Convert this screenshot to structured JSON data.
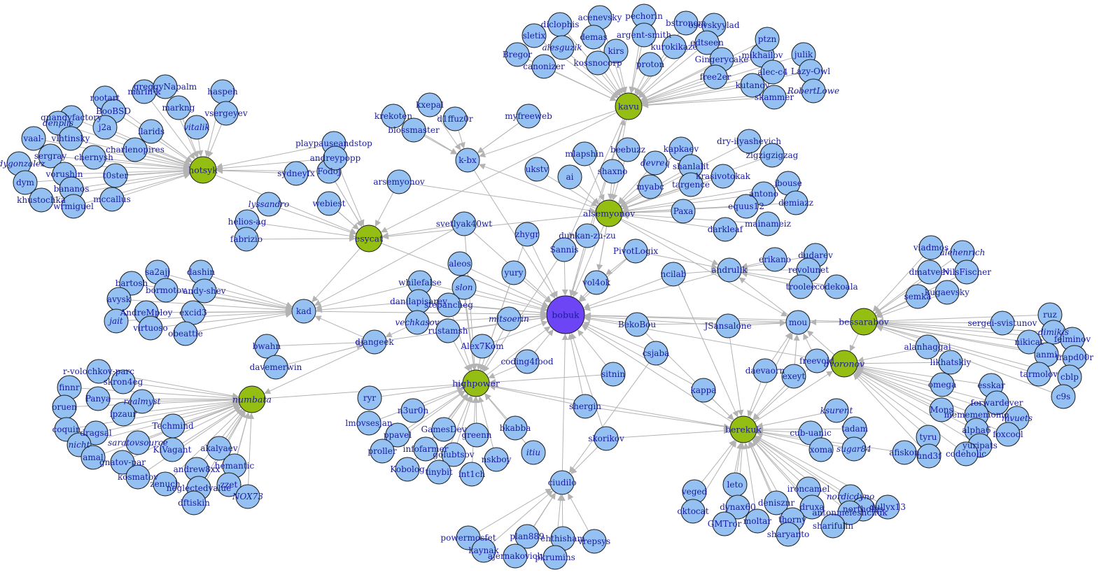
{
  "colors": {
    "leaf": "#94c1f2",
    "hub": "#95be13",
    "center": "#6d45f5",
    "edge": "#b3b3b3",
    "label": "#1a1aa0"
  },
  "hubs": [
    {
      "id": "bobuk",
      "label": "bobuk",
      "type": "center"
    },
    {
      "id": "kavu",
      "label": "kavu",
      "type": "hub"
    },
    {
      "id": "hotsyk",
      "label": "hotsyk",
      "type": "hub"
    },
    {
      "id": "esycat",
      "label": "esycat",
      "type": "hub"
    },
    {
      "id": "alsemyonov",
      "label": "alsemyonov",
      "type": "hub"
    },
    {
      "id": "numbata",
      "label": "numbata",
      "type": "hub",
      "italic": true
    },
    {
      "id": "highpower",
      "label": "highpower",
      "type": "hub"
    },
    {
      "id": "bessarabov",
      "label": "bessarabov",
      "type": "hub"
    },
    {
      "id": "avoronov",
      "label": "avoronov",
      "type": "hub",
      "italic": true
    },
    {
      "id": "berekuk",
      "label": "berekuk",
      "type": "hub"
    }
  ],
  "groups": [
    {
      "hub": "kavu",
      "members": [
        "Bregor",
        "sletix",
        "diclophis",
        "acenevsky",
        "demas",
        "alesguzik",
        "pechorin",
        "argent-smith",
        "kirs",
        "canonizer",
        "kossnocorp",
        "bstronom",
        "kurokikaze",
        "proton",
        "osovskyylad",
        "edtseen",
        "Gingerycake",
        "mikhailov",
        "ptzn",
        "julik",
        "alec-c4",
        "Lazy-Owl",
        "free2er",
        "kutanov",
        "RobertLowe",
        "skammer"
      ]
    },
    {
      "hub": "hotsyk",
      "members": [
        "rootart",
        "marin-k",
        "greggyNapalm",
        "haspeh",
        "quandyfactory",
        "BooBSD",
        "markng",
        "vsergeyev",
        "denplis",
        "j2a",
        "vitalik",
        "vlhtinsky",
        "ilarids",
        "vaal-",
        "charlenopires",
        "chernysh",
        "sergray",
        "edygonzalez",
        "vorushin",
        "t0ster",
        "dym",
        "bananos",
        "khustochka",
        "mccallus",
        "wrmiguel"
      ]
    },
    {
      "hub": "esycat",
      "members": [
        "lyssandro",
        "helios-ag",
        "fabrizio",
        "webiest",
        "arsemyonov",
        "Fodoj",
        "svetlyak40wt"
      ]
    },
    {
      "hub": "alsemyonov",
      "members": [
        "mlapshin",
        "ukstv",
        "ai",
        "beebuzz",
        "shaxno",
        "kapkaev",
        "devreq",
        "shanlalit",
        "dry-ilyashevich",
        "zigzigzigzag",
        "myabc",
        "targence",
        "krasivotokak",
        "jbouse",
        "antono",
        "equus12",
        "Paxa",
        "demiazz",
        "mainameiz",
        "darkleaf"
      ]
    },
    {
      "hub": "kad",
      "members": [
        "sa2ajj",
        "dashin",
        "bartosh",
        "bormotov",
        "andy-shev",
        "avysk",
        "AndreMploy",
        "excid3",
        "jait",
        "virtuoso",
        "obeattie"
      ]
    },
    {
      "hub": "numbata",
      "members": [
        "r-volochkov-parc",
        "finnr",
        "skron4eg",
        "oruen",
        "Panya",
        "realmyst",
        "coquin",
        "ipzaur",
        "dragsal",
        "Techmind",
        "nicht",
        "saratovsource",
        "amal",
        "KiVagant",
        "akalyaev",
        "gnatov-par",
        "andrew8xx",
        "kosmatov",
        "zenuch",
        "neglectedvalue",
        "hemantic",
        "zzet",
        "dftiskin",
        "NOX73"
      ]
    },
    {
      "hub": "highpower",
      "members": [
        "ryr",
        "lmovsesjan",
        "n3ur0n",
        "ppavel",
        "GamesDev",
        "proller",
        "infofarmer",
        "golubtsov",
        "greenn",
        "bkabba",
        "Kobolog",
        "tinybit",
        "int1ch",
        "nskboy",
        "itiu"
      ]
    },
    {
      "hub": "andrulik",
      "members": [
        "erikano",
        "dudarev",
        "revolunet",
        "troolee",
        "codekoala"
      ]
    },
    {
      "hub": "bessarabov",
      "members": [
        "vladmos",
        "alehenrich",
        "dmatveev",
        "NilsFischer",
        "kugaevsky",
        "semka",
        "sergei-svistunov",
        "ruz",
        "dimikis",
        "nikicat",
        "felminov",
        "anmi",
        "trapd00r",
        "tarmolov",
        "cblp",
        "c9s"
      ]
    },
    {
      "hub": "avoronov",
      "members": [
        "alanhaggai",
        "likhatskiy",
        "omega",
        "esskar",
        "forwardever",
        "Mons",
        "memememomo",
        "mvuets",
        "alpha6",
        "foxcool",
        "yuripats",
        "tyru",
        "codeholic",
        "und3f"
      ]
    },
    {
      "hub": "berekuk",
      "members": [
        "ksurent",
        "tadam",
        "cub-uanic",
        "xoma",
        "sugar84",
        "afiskon",
        "leto",
        "veged",
        "ironcamel",
        "nordicdyno",
        "northolus",
        "denisznr",
        "dynax60",
        "druxa",
        "oktocat",
        "moltar",
        "antonmeleshchuk",
        "dullyx13",
        "thorny",
        "sharifulin",
        "GMTror",
        "sharyanto"
      ]
    },
    {
      "hub": "ciudilo",
      "members": [
        "powermosfet",
        "plan889",
        "ehthisham",
        "vrepsys",
        "kaynak",
        "ajernakovich",
        "pkrumins"
      ]
    },
    {
      "hub": "k-bx",
      "members": [
        "krekoten",
        "kxepal",
        "d1ffuz0r",
        "blossmaster",
        "myfreeweb"
      ]
    },
    {
      "hub": "djangeek",
      "members": [
        "bwahn",
        "davemerwin"
      ]
    }
  ],
  "others": [
    "playpauseandstop",
    "andreypopp",
    "sydneyfx",
    "yury",
    "aleos",
    "slon",
    "whilefalse",
    "danilapisarev",
    "stepancheg",
    "vechkasov",
    "rustamsh",
    "mitsoerin",
    "Alex7Kom",
    "coding4food",
    "zhygr",
    "dunkan-zu-zu",
    "Sannis",
    "PivotLogix",
    "vol4ok",
    "ncilab",
    "BekoBou",
    "csjaba",
    "JSansalone",
    "mou",
    "freevoid",
    "daevaorn",
    "exeyt",
    "kappa",
    "sitnin",
    "shergin",
    "skorikov"
  ]
}
